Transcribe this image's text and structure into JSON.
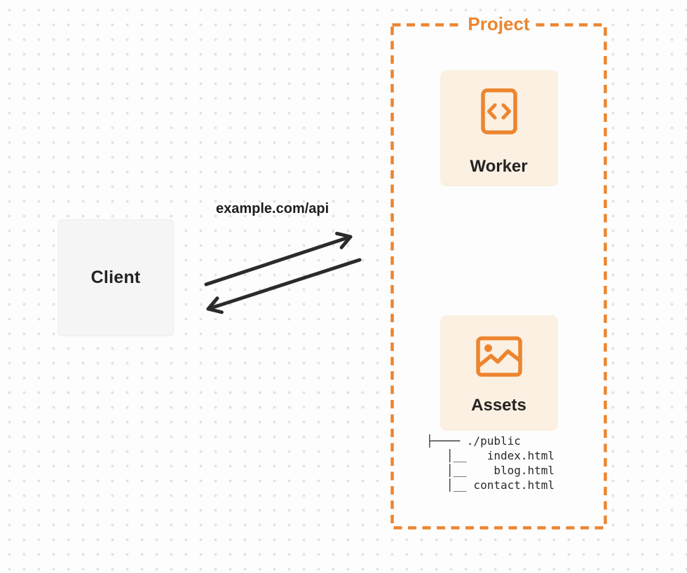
{
  "client": {
    "label": "Client"
  },
  "connection": {
    "url_label": "example.com/api",
    "arrow_color": "#2B2B2B",
    "request_arrow": "client-to-project",
    "response_arrow": "project-to-client"
  },
  "project": {
    "label": "Project",
    "worker": {
      "label": "Worker",
      "icon": "code-icon"
    },
    "assets": {
      "label": "Assets",
      "icon": "image-icon",
      "file_tree": [
        "├──── ./public",
        "   │__   index.html",
        "   │__    blog.html",
        "   │__ contact.html"
      ]
    }
  },
  "colors": {
    "accent_orange": "#EC8530",
    "card_background": "#FBF0E1",
    "client_background": "#F5F5F6",
    "canvas_background": "#FDFDFD",
    "dot_grid": "#E3E3E3",
    "text_dark": "#232323",
    "arrow_dark": "#2B2B2B"
  }
}
